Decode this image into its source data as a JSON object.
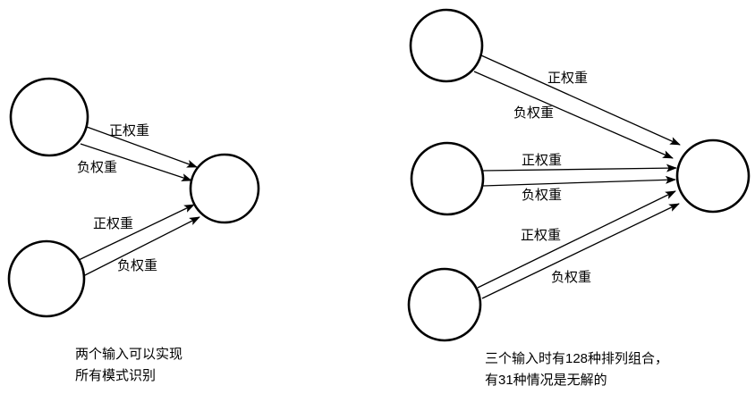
{
  "left_diagram": {
    "arrow_labels": {
      "top_positive": "正权重",
      "top_negative": "负权重",
      "bottom_positive": "正权重",
      "bottom_negative": "负权重"
    },
    "caption": [
      "两个输入可以实现",
      "所有模式识别"
    ]
  },
  "right_diagram": {
    "arrow_labels": {
      "top_positive": "正权重",
      "top_negative": "负权重",
      "middle_positive": "正权重",
      "middle_negative": "负权重",
      "bottom_positive": "正权重",
      "bottom_negative": "负权重"
    },
    "caption": [
      "三个输入时有128种排列组合，",
      "有31种情况是无解的"
    ]
  },
  "colors": {
    "stroke": "#000000",
    "background": "#ffffff"
  }
}
